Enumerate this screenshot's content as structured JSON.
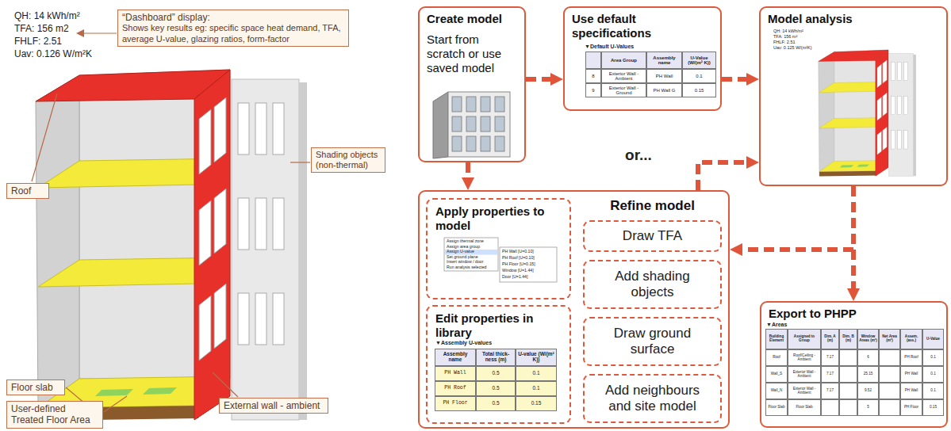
{
  "diagram": {
    "nodes": [
      {
        "text": [
          "“Dashboard” display:",
          "Shows key results eg: specific space heat demand, TFA, average U-value, glazing ratios, form-factor"
        ]
      },
      {
        "text": [
          "Roof"
        ]
      },
      {
        "text": [
          "Shading objects (non-thermal)"
        ]
      },
      {
        "text": [
          "Floor slab"
        ]
      },
      {
        "text": [
          "User-defined Treated Floor Area"
        ]
      },
      {
        "text": [
          "External wall - ambient"
        ]
      },
      {
        "text": [
          "Create model",
          "Start from scratch or use saved model"
        ]
      },
      {
        "text": [
          "Use default specifications"
        ]
      },
      {
        "text": [
          "Model analysis"
        ]
      },
      {
        "text": [
          "Refine model"
        ]
      },
      {
        "text": [
          "Apply properties to model"
        ],
        "in": 9
      },
      {
        "text": [
          "Edit properties in library"
        ],
        "in": 9
      },
      {
        "text": [
          "Draw TFA"
        ],
        "in": 9
      },
      {
        "text": [
          "Add shading objects"
        ],
        "in": 9
      },
      {
        "text": [
          "Draw ground surface"
        ],
        "in": 9
      },
      {
        "text": [
          "Add neighbours and site model"
        ],
        "in": 9
      },
      {
        "text": [
          "Export to PHPP"
        ]
      }
    ],
    "edges": [
      {
        "from": 6,
        "to": 7,
        "arrow": "to"
      },
      {
        "from": 7,
        "to": 8,
        "arrow": "to"
      },
      {
        "from": 6,
        "to": 9,
        "arrow": "to"
      },
      {
        "from": 9,
        "to": 8,
        "arrow": "to"
      },
      {
        "from": 8,
        "to": 9,
        "arrow": "to"
      },
      {
        "from": 8,
        "to": 16,
        "arrow": "to"
      }
    ],
    "labels": [
      "QH: 14 kWh/m²",
      "TFA: 156 m2",
      "FHLF: 2.51",
      "Uav: 0.126 W/m²K",
      "▼Default U-Values",
      "Area Group",
      "Assembly name",
      "U-Value (W/(m² K))",
      "8",
      "Exterior Wall - Ambient",
      "PH Wall",
      "0.1",
      "9",
      "Exterior Wall - Ground",
      "PH Wall G",
      "0.15",
      "QH: 14 kWh/m²",
      "TFA: 156 m²",
      "FHLF: 2.51",
      "Uav: 0.125 W/(m²K)",
      "or...",
      "Assign thermal zone",
      "Assign area group",
      "Assign U-value",
      "Set ground plane",
      "Insert window / door",
      "Run analysis selected",
      "PH Wall [U=0.10]",
      "PH Roof [U=0.10]",
      "PH Floor [U=0.15]",
      "Window [U=1.44]",
      "Door [U=1.44]",
      "▼Assembly U-values",
      "Assembly name",
      "Total thick-ness (m)",
      "U-value (W/(m² K))",
      "PH Wall",
      "0.5",
      "0.1",
      "PH Roof",
      "0.5",
      "0.1",
      "PH Floor",
      "0.5",
      "0.15",
      "▼Areas",
      "Building Element",
      "Assigned to Group",
      "Dim. A (m)",
      "Dim. B (m)",
      "Window Areas (m²)",
      "Net Area (m²)",
      "Assem. (ass.)",
      "U-Value",
      "Roof",
      "Roof/Ceiling - Ambient",
      "7.17",
      "6",
      "PH Roof",
      "0.1",
      "Wall_S",
      "Exterior Wall - Ambient",
      "7.17",
      "25.15",
      "PH Wall",
      "0.1",
      "Wall_N",
      "Exterior Wall - Ambient",
      "7.17",
      "9.52",
      "PH Wall",
      "0.1",
      "Floor Slab",
      "Floor Slab",
      "5",
      "PH Floor",
      "0.15"
    ]
  }
}
